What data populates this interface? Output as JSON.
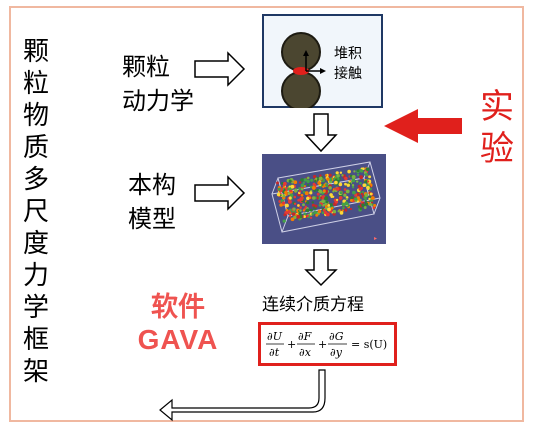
{
  "title_vertical": [
    "颗",
    "粒",
    "物",
    "质",
    "多",
    "尺",
    "度",
    "力",
    "学",
    "框",
    "架"
  ],
  "labels": {
    "dynamics": [
      "颗粒",
      "动力学"
    ],
    "model": [
      "本构",
      "模型"
    ],
    "continuum": "连续介质方程"
  },
  "contact_panel": {
    "text": [
      "堆积",
      "接触"
    ]
  },
  "experiment": [
    "实",
    "验"
  ],
  "software": {
    "name_cn": "软件",
    "name_en": "GAVA"
  },
  "equation": {
    "terms": [
      {
        "num": "∂U",
        "den": "∂t"
      },
      {
        "num": "∂F",
        "den": "∂x"
      },
      {
        "num": "∂G",
        "den": "∂y"
      }
    ],
    "rhs": "= s(U)"
  },
  "colors": {
    "accent_red": "#e0201c",
    "software_red": "#ef5350",
    "panel_border": "#1f3864",
    "frame": "#f0b8a0"
  }
}
